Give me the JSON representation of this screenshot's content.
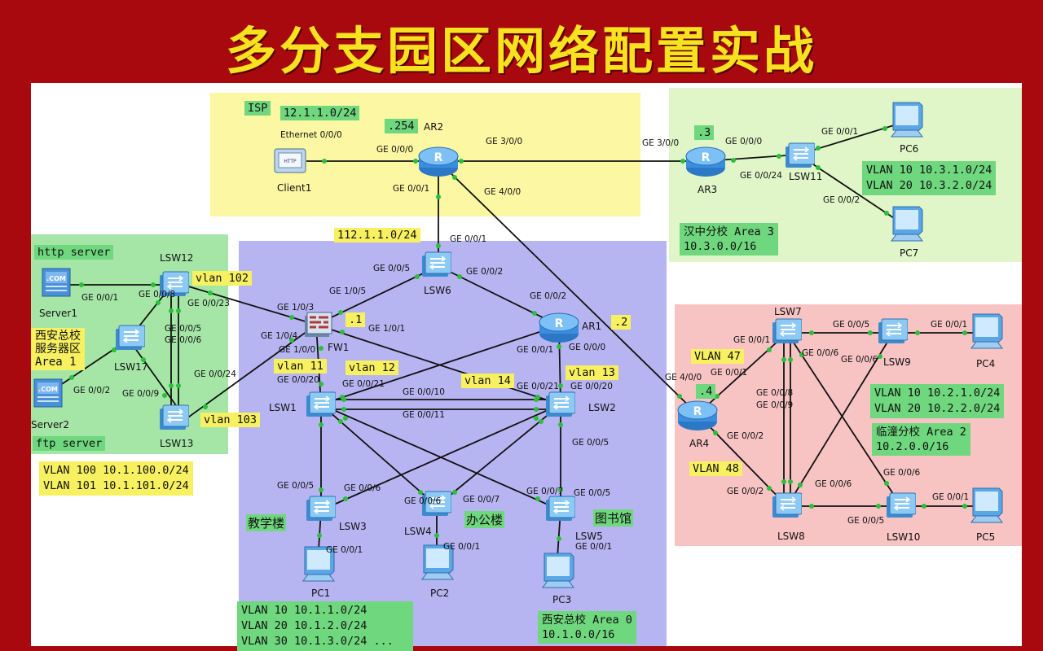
{
  "title": "多分支园区网络配置实战",
  "colors": {
    "isp": "#fbf7a2",
    "west": "#b7b4f2",
    "hanzhong": "#e0f6c8",
    "lintong": "#f7c3c3",
    "server": "#a5e6a7",
    "link": "#111111",
    "port": "#2bbf3a",
    "background": "#a8090f",
    "title": "#f6e21f"
  },
  "tags": {
    "isp": "ISP",
    "isp_net": "12.1.1.0/24",
    "ar2_ip": ".254",
    "net_112": "112.1.1.0/24",
    "fw1_ip": ".1",
    "ar1_ip": ".2",
    "ar3_ip": ".3",
    "ar4_ip": ".4",
    "vlan102": "vlan 102",
    "vlan103": "vlan 103",
    "vlan11": "vlan 11",
    "vlan12": "vlan 12",
    "vlan13": "vlan 13",
    "vlan14": "vlan 14",
    "vlan47": "VLAN 47",
    "vlan48": "VLAN 48",
    "http_server": "http server",
    "ftp_server": "ftp server",
    "server_area": [
      "西安总校",
      "服务器区",
      "Area 1"
    ],
    "server_vlans": [
      "VLAN 100 10.1.100.0/24",
      "VLAN 101 10.1.101.0/24"
    ],
    "hanzhong_vlans": [
      "VLAN 10 10.3.1.0/24",
      "VLAN 20 10.3.2.0/24"
    ],
    "hanzhong_area": [
      "汉中分校 Area 3",
      "10.3.0.0/16"
    ],
    "lintong_vlans": [
      "VLAN 10 10.2.1.0/24",
      "VLAN 20 10.2.2.0/24"
    ],
    "lintong_area": [
      "临潼分校 Area 2",
      "10.2.0.0/16"
    ],
    "west_vlans": [
      "VLAN 10 10.1.1.0/24",
      "VLAN 20 10.1.2.0/24",
      "VLAN 30 10.1.3.0/24 ..."
    ],
    "west_area": [
      "西安总校 Area 0",
      "10.1.0.0/16"
    ],
    "bld_teach": "教学楼",
    "bld_office": "办公楼",
    "bld_library": "图书馆"
  },
  "devices": {
    "client1": "Client1",
    "ar2": "AR2",
    "ar3": "AR3",
    "lsw11": "LSW11",
    "pc6": "PC6",
    "pc7": "PC7",
    "server1": "Server1",
    "server2": "Server2",
    "lsw12": "LSW12",
    "lsw17": "LSW17",
    "lsw13": "LSW13",
    "lsw6": "LSW6",
    "fw1": "FW1",
    "ar1": "AR1",
    "lsw1": "LSW1",
    "lsw2": "LSW2",
    "lsw3": "LSW3",
    "lsw4": "LSW4",
    "lsw5": "LSW5",
    "pc1": "PC1",
    "pc2": "PC2",
    "pc3": "PC3",
    "lsw7": "LSW7",
    "lsw9": "LSW9",
    "pc4": "PC4",
    "ar4": "AR4",
    "lsw8": "LSW8",
    "lsw10": "LSW10",
    "pc5": "PC5"
  },
  "ports": {
    "c1_eth": "Ethernet 0/0/0",
    "ar2_g000": "GE 0/0/0",
    "ar2_g300": "GE 3/0/0",
    "ar2_g001": "GE 0/0/1",
    "ar2_g400": "GE 4/0/0",
    "ar3_g300": "GE 3/0/0",
    "ar3_g000": "GE 0/0/0",
    "lsw11_g0024": "GE 0/0/24",
    "lsw11_g001": "GE 0/0/1",
    "lsw11_g002": "GE 0/0/2",
    "s1_g001": "GE 0/0/1",
    "lsw12_g008": "GE 0/0/8",
    "lsw12_g0023": "GE 0/0/23",
    "lsw12_g005": "GE 0/0/5",
    "lsw12_g006": "GE 0/0/6",
    "lsw13_g0024": "GE 0/0/24",
    "s2_g002": "GE 0/0/2",
    "lsw13_g009": "GE 0/0/9",
    "lsw6_g001": "GE 0/0/1",
    "lsw6_g005": "GE 0/0/5",
    "lsw6_g002": "GE 0/0/2",
    "fw1_g105": "GE 1/0/5",
    "fw1_g103": "GE 1/0/3",
    "fw1_g104": "GE 1/0/4",
    "fw1_g101": "GE 1/0/1",
    "fw1_g100": "GE 1/0/0",
    "ar1_g002": "GE 0/0/2",
    "ar1_g001": "GE 0/0/1",
    "ar1_g000": "GE 0/0/0",
    "lsw1_g0020": "GE 0/0/20",
    "lsw1_g0021": "GE 0/0/21",
    "lsw1_g0010": "GE 0/0/10",
    "lsw1_g0011": "GE 0/0/11",
    "lsw2_g0021": "GE 0/0/21",
    "lsw2_g0020": "GE 0/0/20",
    "lsw2_g005": "GE 0/0/5",
    "lsw3_g005": "GE 0/0/5",
    "lsw3_g006": "GE 0/0/6",
    "lsw4_g006": "GE 0/0/6",
    "lsw4_g007": "GE 0/0/7",
    "lsw5_g007": "GE 0/0/7",
    "lsw5_g005": "GE 0/0/5",
    "pc1_g001": "GE 0/0/1",
    "pc2_g001": "GE 0/0/1",
    "pc3_g001": "GE 0/0/1",
    "lsw7_g001": "GE 0/0/1",
    "lsw7_g005": "GE 0/0/5",
    "lsw7_g006": "GE 0/0/6",
    "lsw7_g008": "GE 0/0/8",
    "lsw7_g009": "GE 0/0/9",
    "lsw9_g006": "GE 0/0/6",
    "lsw9_g001": "GE 0/0/1",
    "ar4_g400": "GE 4/0/0",
    "ar4_g001": "GE 0/0/1",
    "ar4_g002": "GE 0/0/2",
    "lsw8_g002": "GE 0/0/2",
    "lsw8_g006": "GE 0/0/6",
    "lsw8_g005": "GE 0/0/5",
    "lsw10_g006": "GE 0/0/6",
    "lsw10_g001": "GE 0/0/1"
  }
}
